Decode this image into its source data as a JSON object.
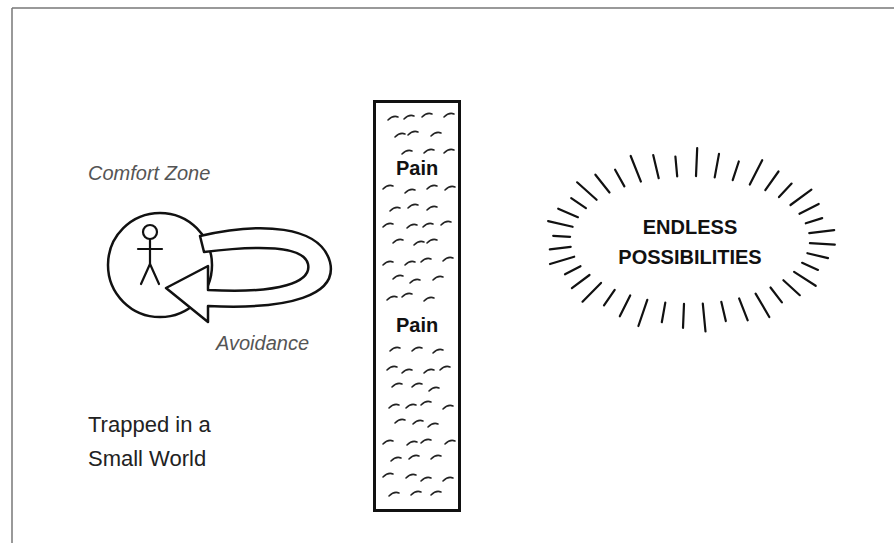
{
  "diagram": {
    "nodes": [
      {
        "text": [
          "Comfort Zone"
        ]
      },
      {
        "text": [
          "Pain",
          "Pain"
        ]
      },
      {
        "text": [
          "ENDLESS POSSIBILITIES"
        ]
      }
    ],
    "labels": [
      "Avoidance",
      "Trapped in a Small World"
    ]
  }
}
